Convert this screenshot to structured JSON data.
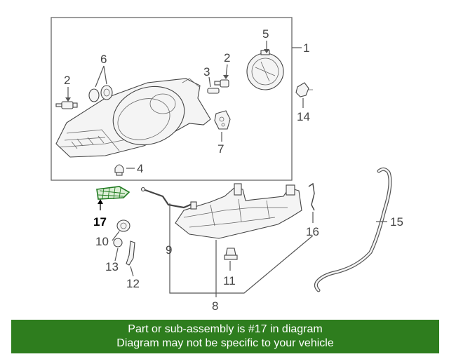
{
  "callouts": {
    "c1": "1",
    "c2a": "2",
    "c2b": "2",
    "c3": "3",
    "c4": "4",
    "c5": "5",
    "c6": "6",
    "c7": "7",
    "c8": "8",
    "c9": "9",
    "c10": "10",
    "c11": "11",
    "c12": "12",
    "c13": "13",
    "c14": "14",
    "c15": "15",
    "c16": "16",
    "c17": "17"
  },
  "banner": {
    "line1": "Part or sub-assembly is #17 in diagram",
    "line2": "Diagram may not be specific to your vehicle"
  },
  "colors": {
    "banner_bg": "#2e7d1e",
    "highlight_part": "#1f7a1f"
  }
}
